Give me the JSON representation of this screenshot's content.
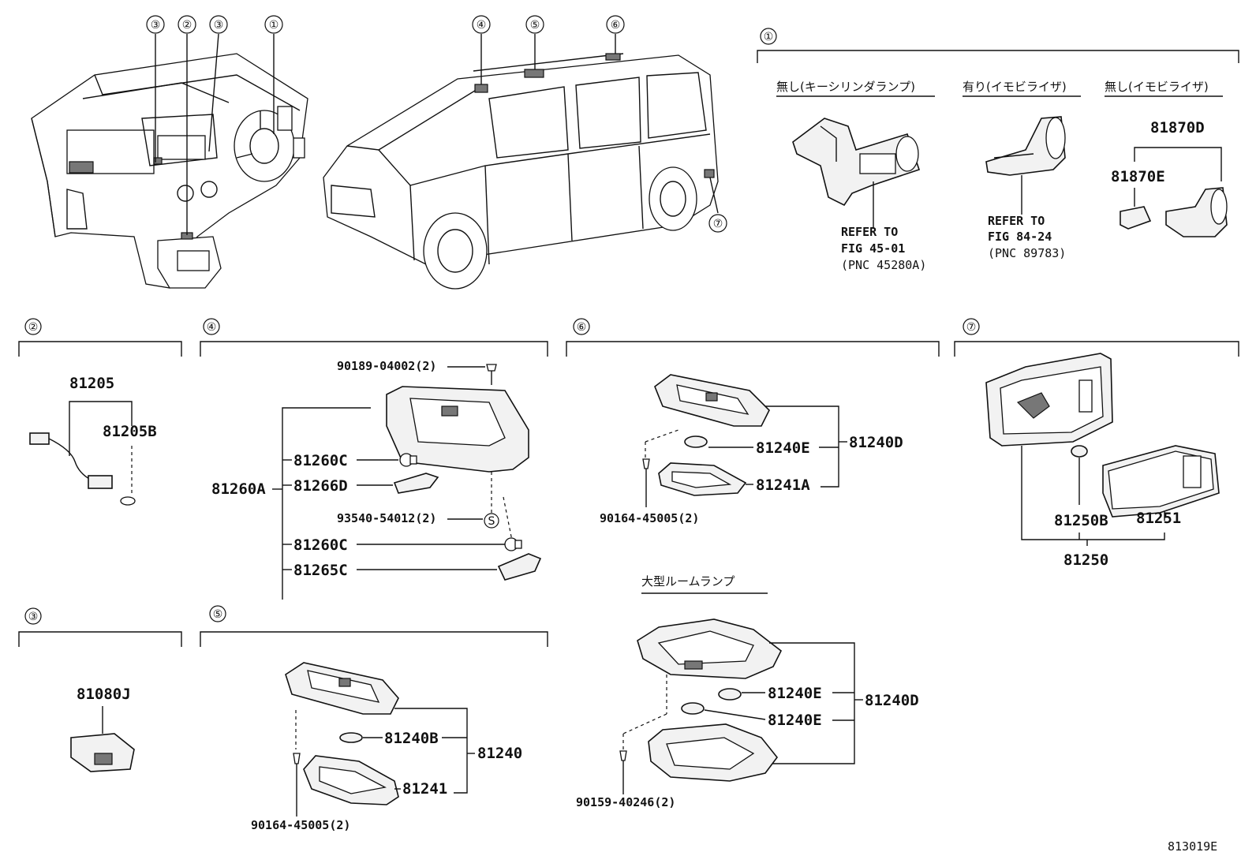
{
  "callouts": {
    "c1": "①",
    "c2": "②",
    "c3": "③",
    "c4": "④",
    "c5": "⑤",
    "c6": "⑥",
    "c7": "⑦"
  },
  "section1": {
    "variant_a": "無し(キーシリンダランプ)",
    "variant_b": "有り(イモビライザ)",
    "variant_c": "無し(イモビライザ)",
    "refer_a_1": "REFER TO",
    "refer_a_2": "FIG 45-01",
    "refer_a_3": "(PNC 45280A)",
    "refer_b_1": "REFER TO",
    "refer_b_2": "FIG 84-24",
    "refer_b_3": "(PNC 89783)",
    "p_81870D": "81870D",
    "p_81870E": "81870E"
  },
  "section2": {
    "p_81205": "81205",
    "p_81205B": "81205B"
  },
  "section3": {
    "p_81080J": "81080J"
  },
  "section4": {
    "p_90189": "90189-04002(2)",
    "p_81260C_a": "81260C",
    "p_81266D": "81266D",
    "p_81260A": "81260A",
    "p_93540": "93540-54012(2)",
    "p_81260C_b": "81260C",
    "p_81265C": "81265C",
    "screw_symbol": "S"
  },
  "section5": {
    "p_81240B": "81240B",
    "p_81240": "81240",
    "p_81241": "81241",
    "p_90164": "90164-45005(2)"
  },
  "section6": {
    "p_81240E": "81240E",
    "p_81240D": "81240D",
    "p_81241A": "81241A",
    "p_90164": "90164-45005(2)"
  },
  "section7": {
    "p_81250B": "81250B",
    "p_81251": "81251",
    "p_81250": "81250"
  },
  "large_lamp": {
    "title": "大型ルームランプ",
    "p_81240E_a": "81240E",
    "p_81240E_b": "81240E",
    "p_81240D": "81240D",
    "p_90159": "90159-40246(2)"
  },
  "figure_id": "813019E"
}
